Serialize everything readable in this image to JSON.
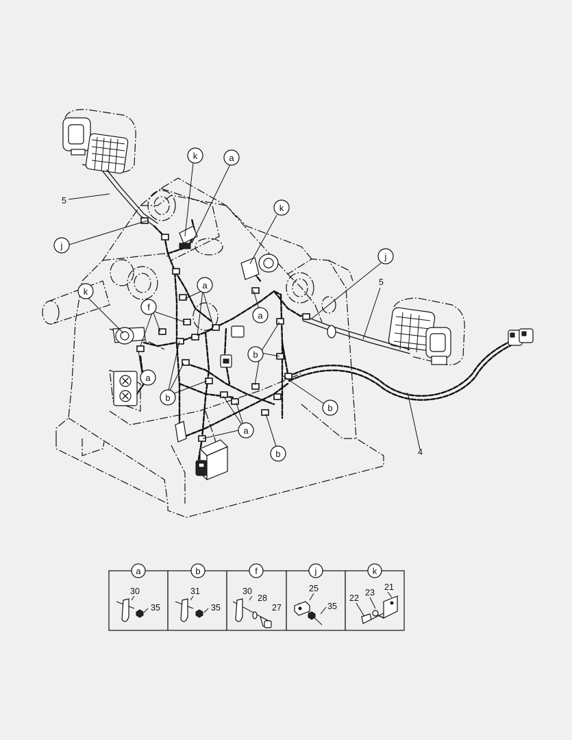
{
  "callouts": {
    "a": "a",
    "b": "b",
    "f": "f",
    "j": "j",
    "k": "k"
  },
  "part_numbers": {
    "p4": "4",
    "p5": "5",
    "p21": "21",
    "p22": "22",
    "p23": "23",
    "p25": "25",
    "p27": "27",
    "p28": "28",
    "p30": "30",
    "p31": "31",
    "p35": "35"
  },
  "legend": {
    "cells": [
      {
        "key": "a",
        "parts": [
          "30",
          "35"
        ]
      },
      {
        "key": "b",
        "parts": [
          "31",
          "35"
        ]
      },
      {
        "key": "f",
        "parts": [
          "30",
          "28",
          "27"
        ]
      },
      {
        "key": "j",
        "parts": [
          "25",
          "35"
        ]
      },
      {
        "key": "k",
        "parts": [
          "22",
          "23",
          "21"
        ]
      }
    ]
  },
  "colors": {
    "background": "#f0f0f0",
    "line": "#111111"
  }
}
